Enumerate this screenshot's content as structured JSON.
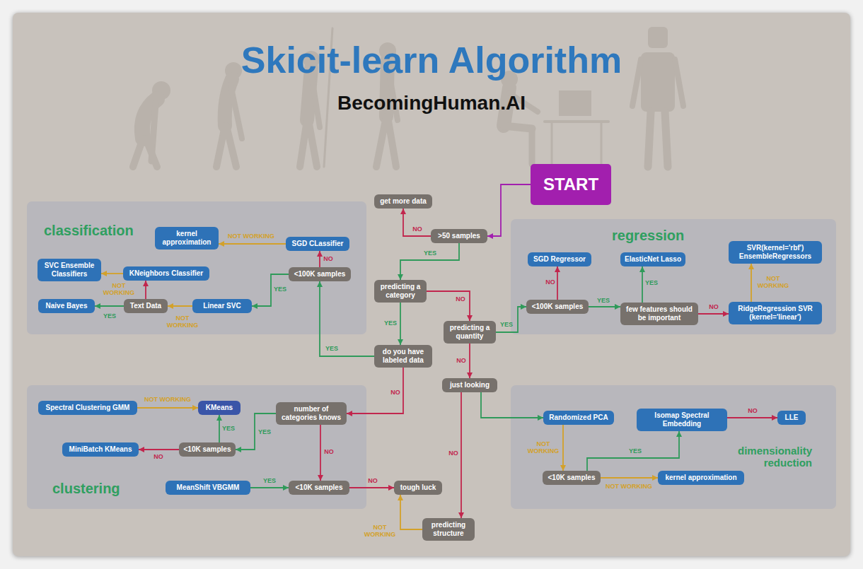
{
  "diagram": {
    "title": "Skicit-learn Algorithm",
    "nodes": [
      {
        "text": [
          "START"
        ]
      },
      {
        "text": [
          "get more data"
        ]
      },
      {
        "text": [
          ">50 samples"
        ]
      },
      {
        "text": [
          "classification"
        ]
      },
      {
        "text": [
          "kernel approximation"
        ],
        "in": 3
      },
      {
        "text": [
          "SGD CLassifier"
        ],
        "in": 3
      },
      {
        "text": [
          "<100K samples"
        ],
        "in": 3
      },
      {
        "text": [
          "SVC Ensemble Classifiers"
        ],
        "in": 3
      },
      {
        "text": [
          "KNeighbors Classifier"
        ],
        "in": 3
      },
      {
        "text": [
          "Naive Bayes"
        ],
        "in": 3
      },
      {
        "text": [
          "Text Data"
        ],
        "in": 3
      },
      {
        "text": [
          "Linear SVC"
        ],
        "in": 3
      },
      {
        "text": [
          "regression"
        ]
      },
      {
        "text": [
          "SGD Regressor"
        ],
        "in": 12
      },
      {
        "text": [
          "ElasticNet Lasso"
        ],
        "in": 12
      },
      {
        "text": [
          "SVR(kernel='rbf') EnsembleRegressors"
        ],
        "in": 12
      },
      {
        "text": [
          "<100K samples"
        ],
        "in": 12
      },
      {
        "text": [
          "few features should be important"
        ],
        "in": 12
      },
      {
        "text": [
          "RidgeRegression SVR (kernel='linear')"
        ],
        "in": 12
      },
      {
        "text": [
          "predicting a category"
        ]
      },
      {
        "text": [
          "predicting a quantity"
        ]
      },
      {
        "text": [
          "do you have labeled data"
        ]
      },
      {
        "text": [
          "just looking"
        ]
      },
      {
        "text": [
          "clustering"
        ]
      },
      {
        "text": [
          "Spectral Clustering GMM"
        ],
        "in": 23
      },
      {
        "text": [
          "KMeans"
        ],
        "in": 23
      },
      {
        "text": [
          "number of categories knows"
        ],
        "in": 23
      },
      {
        "text": [
          "MiniBatch KMeans"
        ],
        "in": 23
      },
      {
        "text": [
          "<10K samples"
        ],
        "in": 23
      },
      {
        "text": [
          "MeanShift VBGMM"
        ],
        "in": 23
      },
      {
        "text": [
          "<10K samples"
        ],
        "in": 23
      },
      {
        "text": [
          "dimensionality reduction"
        ]
      },
      {
        "text": [
          "Randomized PCA"
        ],
        "in": 31
      },
      {
        "text": [
          "Isomap Spectral Embedding"
        ],
        "in": 31
      },
      {
        "text": [
          "LLE"
        ],
        "in": 31
      },
      {
        "text": [
          "<10K samples"
        ],
        "in": 31
      },
      {
        "text": [
          "kernel approximation"
        ],
        "in": 31
      },
      {
        "text": [
          "tough luck"
        ]
      },
      {
        "text": [
          "predicting structure"
        ]
      }
    ],
    "edges": [
      {
        "from": 0,
        "to": 2,
        "arrow": "to"
      },
      {
        "from": 2,
        "to": 1,
        "label": "NO",
        "arrow": "to"
      },
      {
        "from": 2,
        "to": 19,
        "label": "YES",
        "arrow": "to"
      },
      {
        "from": 19,
        "to": 21,
        "label": "YES",
        "arrow": "to"
      },
      {
        "from": 19,
        "to": 20,
        "label": "NO",
        "arrow": "to"
      },
      {
        "from": 21,
        "to": 6,
        "label": "YES",
        "arrow": "to"
      },
      {
        "from": 21,
        "to": 26,
        "label": "NO",
        "arrow": "to"
      },
      {
        "from": 20,
        "to": 16,
        "label": "YES",
        "arrow": "to"
      },
      {
        "from": 20,
        "to": 22,
        "label": "NO",
        "arrow": "to"
      },
      {
        "from": 22,
        "to": 32,
        "arrow": "to"
      },
      {
        "from": 22,
        "to": 38,
        "label": "NO",
        "arrow": "to"
      },
      {
        "from": 38,
        "to": 37,
        "label": "NOT WORKING",
        "arrow": "to"
      },
      {
        "from": 6,
        "to": 5,
        "label": "NO",
        "arrow": "to"
      },
      {
        "from": 6,
        "to": 11,
        "label": "YES",
        "arrow": "to"
      },
      {
        "from": 5,
        "to": 4,
        "label": "NOT WORKING",
        "arrow": "to"
      },
      {
        "from": 11,
        "to": 10,
        "label": "NOT WORKING",
        "arrow": "to"
      },
      {
        "from": 10,
        "to": 9,
        "label": "YES",
        "arrow": "to"
      },
      {
        "from": 10,
        "to": 8,
        "arrow": "to"
      },
      {
        "from": 8,
        "to": 7,
        "label": "NOT WORKING",
        "arrow": "to"
      },
      {
        "from": 16,
        "to": 13,
        "label": "NO",
        "arrow": "to"
      },
      {
        "from": 16,
        "to": 17,
        "label": "YES",
        "arrow": "to"
      },
      {
        "from": 17,
        "to": 14,
        "label": "YES",
        "arrow": "to"
      },
      {
        "from": 17,
        "to": 18,
        "label": "NO",
        "arrow": "to"
      },
      {
        "from": 18,
        "to": 15,
        "label": "NOT WORKING",
        "arrow": "to"
      },
      {
        "from": 26,
        "to": 28,
        "label": "YES",
        "arrow": "to"
      },
      {
        "from": 26,
        "to": 30,
        "label": "NO",
        "arrow": "to"
      },
      {
        "from": 28,
        "to": 25,
        "label": "YES",
        "arrow": "to"
      },
      {
        "from": 28,
        "to": 27,
        "label": "NO",
        "arrow": "to"
      },
      {
        "from": 24,
        "to": 25,
        "label": "NOT WORKING",
        "arrow": "to"
      },
      {
        "from": 29,
        "to": 30,
        "label": "YES",
        "arrow": "to"
      },
      {
        "from": 30,
        "to": 37,
        "label": "NO",
        "arrow": "to"
      },
      {
        "from": 32,
        "to": 35,
        "label": "NOT WORKING",
        "arrow": "to"
      },
      {
        "from": 35,
        "to": 33,
        "label": "YES",
        "arrow": "to"
      },
      {
        "from": 33,
        "to": 34,
        "label": "NO",
        "arrow": "to"
      },
      {
        "from": 35,
        "to": 36,
        "label": "NOT WORKING",
        "arrow": "to"
      }
    ],
    "labels": [
      "BecomingHuman.AI"
    ]
  }
}
